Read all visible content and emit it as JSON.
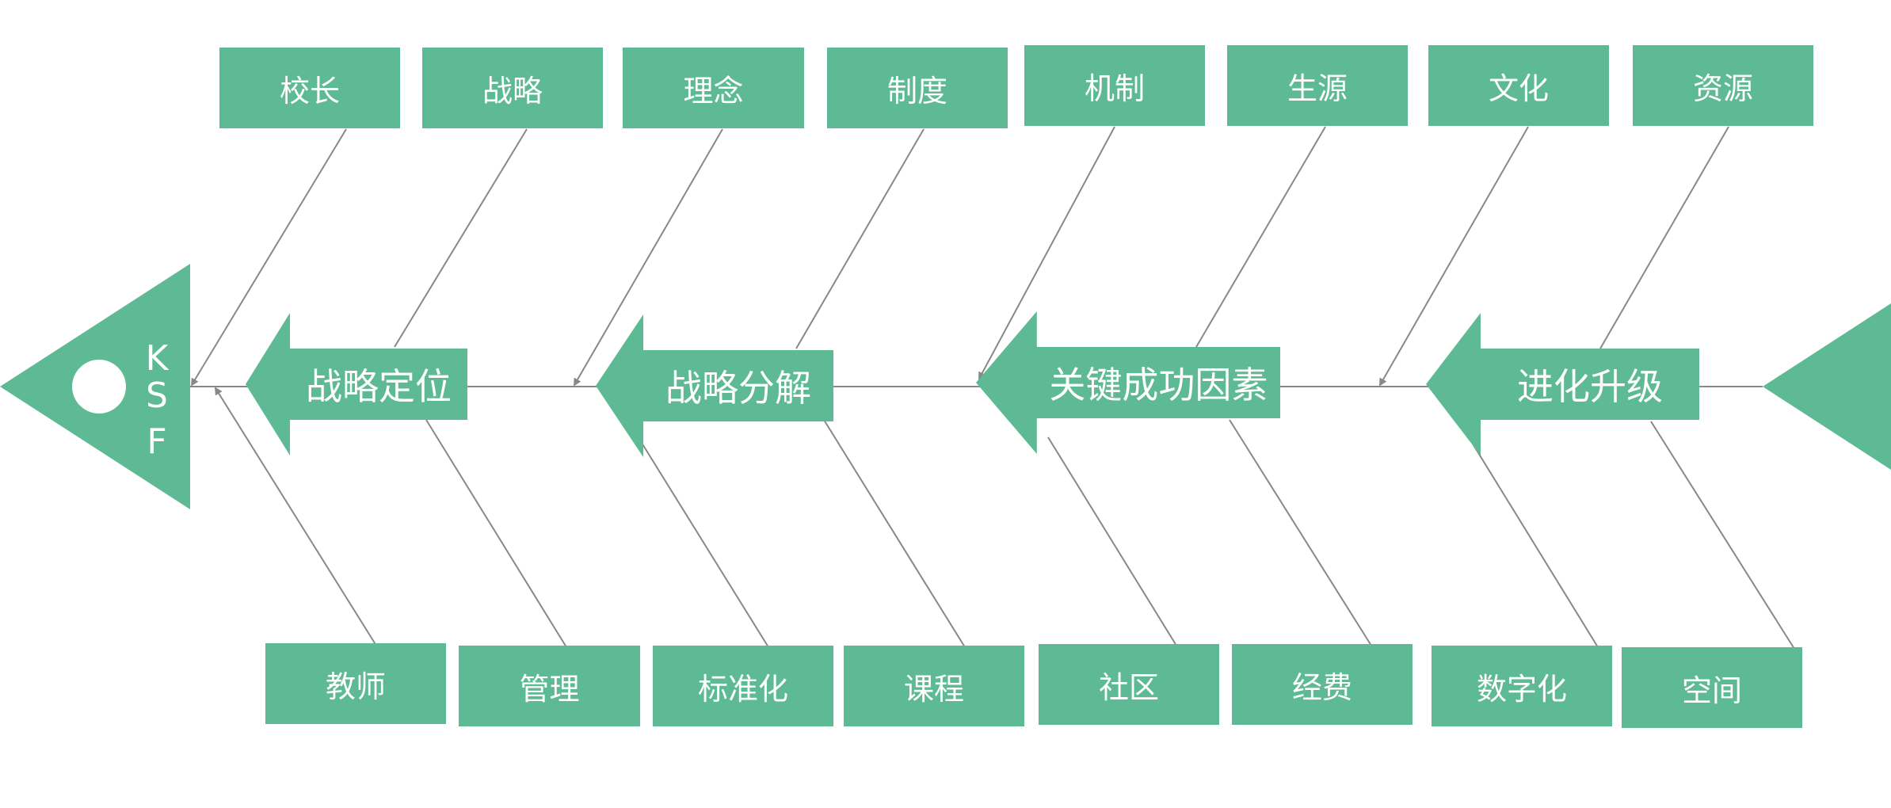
{
  "head": {
    "letters": [
      "K",
      "S",
      "F"
    ]
  },
  "stages": [
    {
      "label": "战略定位"
    },
    {
      "label": "战略分解"
    },
    {
      "label": "关键成功因素"
    },
    {
      "label": "进化升级"
    }
  ],
  "top_factors": [
    "校长",
    "战略",
    "理念",
    "制度",
    "机制",
    "生源",
    "文化",
    "资源"
  ],
  "bottom_factors": [
    "教师",
    "管理",
    "标准化",
    "课程",
    "社区",
    "经费",
    "数字化",
    "空间"
  ],
  "colors": {
    "fill": "#5dba95",
    "line": "#888888",
    "text": "#ffffff"
  }
}
